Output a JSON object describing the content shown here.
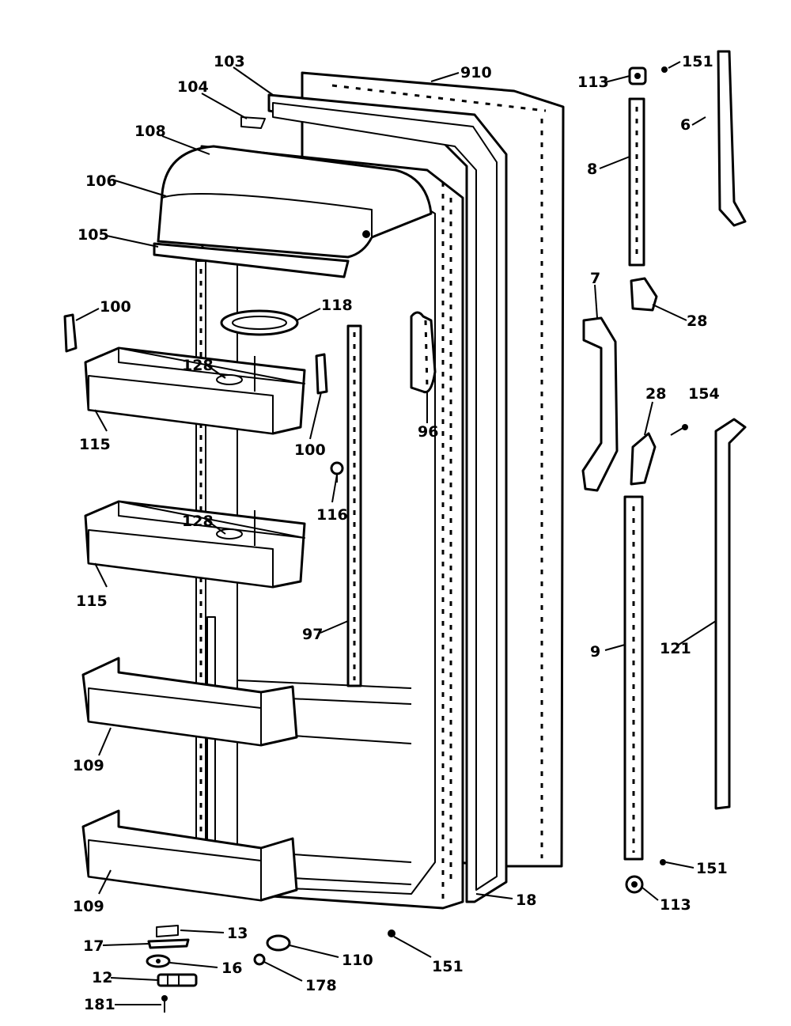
{
  "colors": {
    "line": "#000000",
    "paper": "#ffffff"
  },
  "callouts": {
    "c103": "103",
    "c104": "104",
    "c108": "108",
    "c106": "106",
    "c105": "105",
    "c910": "910",
    "c113a": "113",
    "c151a": "151",
    "c6": "6",
    "c8": "8",
    "c7": "7",
    "c28a": "28",
    "c28b": "28",
    "c154": "154",
    "c100a": "100",
    "c118": "118",
    "c128a": "128",
    "c100b": "100",
    "c115a": "115",
    "c96": "96",
    "c116": "116",
    "c128b": "128",
    "c115b": "115",
    "c97": "97",
    "c9": "9",
    "c121": "121",
    "c109a": "109",
    "c109b": "109",
    "c151b": "151",
    "c113b": "113",
    "c18": "18",
    "c13": "13",
    "c17": "17",
    "c16": "16",
    "c110": "110",
    "c12": "12",
    "c178": "178",
    "c151c": "151",
    "c181": "181"
  }
}
